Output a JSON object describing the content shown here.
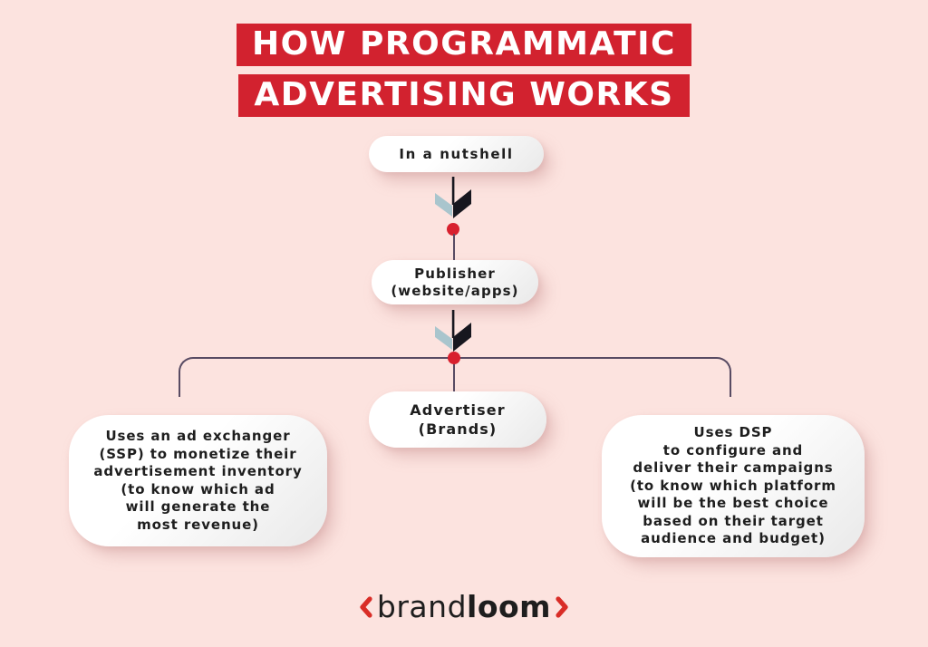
{
  "colors": {
    "background": "#fce3df",
    "title_red": "#d2222f",
    "dot_red": "#d8202e",
    "logo_red": "#d92d27",
    "line": "#584b63",
    "ink": "#1e1e1e",
    "arrow_blue": "#a9c5cd",
    "arrow_dark": "#17171f",
    "card_edge": "#e9e9e9"
  },
  "title": {
    "line1": "HOW PROGRAMMATIC",
    "line2": "ADVERTISING WORKS"
  },
  "flow": {
    "nutshell_label": "In a nutshell",
    "publisher": {
      "line1": "Publisher",
      "line2": "(website/apps)"
    },
    "advertiser": {
      "line1": "Advertiser",
      "line2": "(Brands)"
    },
    "publisher_note": "Uses an ad exchanger\n(SSP) to monetize their\nadvertisement inventory\n(to know which ad\nwill generate the\nmost revenue)",
    "advertiser_note": "Uses DSP\nto configure and\ndeliver their campaigns\n(to know which platform\nwill be the best choice\nbased on their target\naudience and budget)"
  },
  "logo": {
    "prefix": "brand",
    "suffix": "loom"
  }
}
